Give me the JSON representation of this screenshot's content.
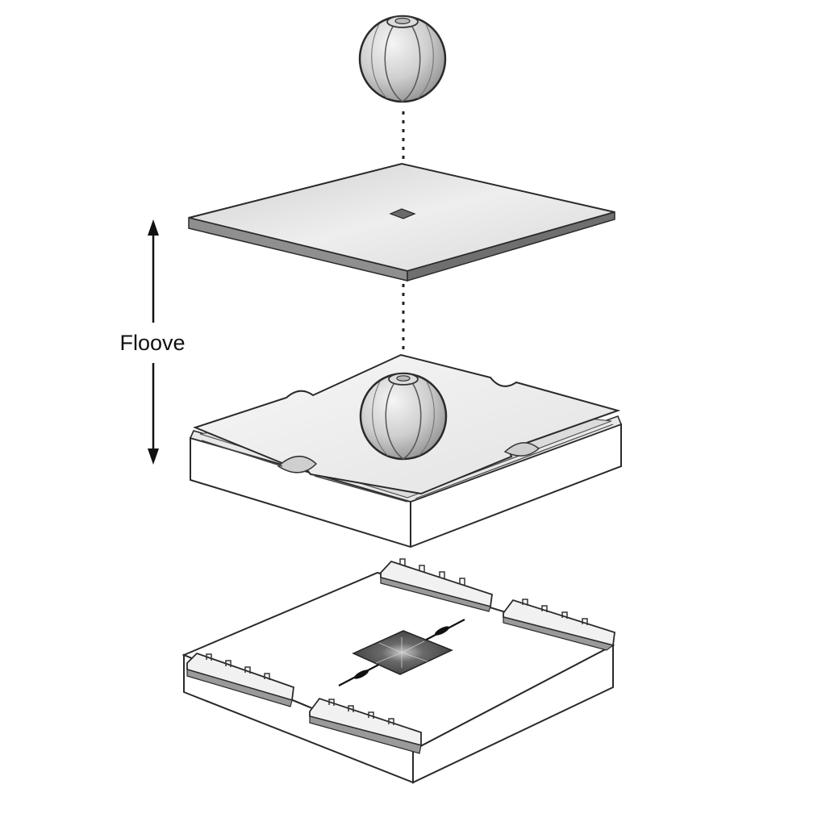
{
  "diagram": {
    "height_label": "Floove",
    "colors": {
      "outline": "#2a2a2a",
      "plate_top": "#e4e4e4",
      "plate_edge": "#8a8a8a",
      "box_face": "#ffffff",
      "chip_center": "#4a4a4a",
      "sphere_light": "#f2f2f2",
      "sphere_dark": "#9c9c9c"
    },
    "components": [
      "top-sphere",
      "flat-plate",
      "middle-tray-with-sphere",
      "bottom-base-with-connectors"
    ]
  }
}
